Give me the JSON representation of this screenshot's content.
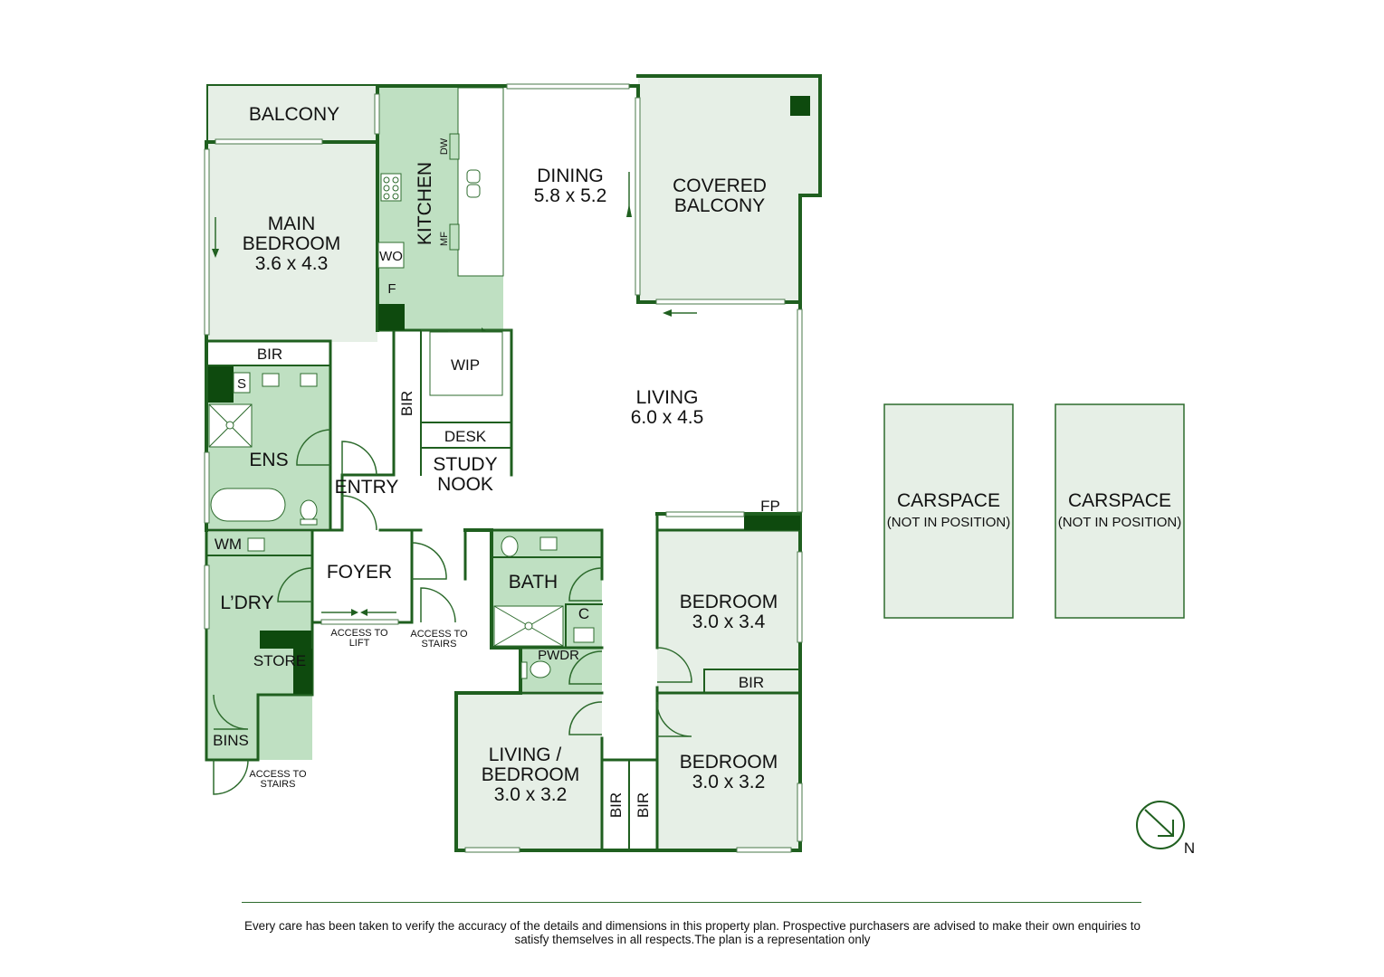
{
  "rooms": {
    "balcony": "BALCONY",
    "main_bedroom_name_1": "MAIN",
    "main_bedroom_name_2": "BEDROOM",
    "main_bedroom_size": "3.6 x 4.3",
    "kitchen": "KITCHEN",
    "dw": "DW",
    "mf": "MF",
    "wo": "WO",
    "f": "F",
    "dining": "DINING",
    "dining_size": "5.8 x 5.2",
    "covered_balcony_1": "COVERED",
    "covered_balcony_2": "BALCONY",
    "bir": "BIR",
    "s": "S",
    "wip": "WIP",
    "living": "LIVING",
    "living_size": "6.0 x 4.5",
    "ens": "ENS",
    "entry": "ENTRY",
    "desk": "DESK",
    "study_1": "STUDY",
    "study_2": "NOOK",
    "fp": "FP",
    "wm": "WM",
    "foyer": "FOYER",
    "bath": "BATH",
    "c": "C",
    "laundry": "L’DRY",
    "store": "STORE",
    "pwdr": "PWDR",
    "bedroom": "BEDROOM",
    "bedroom_a_size": "3.0 x 3.4",
    "bedroom_b_size": "3.0 x 3.2",
    "living_bedroom_1": "LIVING /",
    "living_bedroom_2": "BEDROOM",
    "living_bedroom_size": "3.0 x 3.2",
    "bins": "BINS",
    "access_to_lift_1": "ACCESS TO",
    "access_to_lift_2": "LIFT",
    "access_to_stairs_1": "ACCESS TO",
    "access_to_stairs_2": "STAIRS",
    "carspace": "CARSPACE",
    "not_in_position": "(NOT IN POSITION)"
  },
  "compass": {
    "label": "N",
    "icon": "north-arrow-icon"
  },
  "disclaimer": "Every care has been taken to verify the accuracy of the details and dimensions in this property plan. Prospective purchasers are advised to make their own enquiries to satisfy themselves in all respects.The plan is a representation only",
  "colors": {
    "wall": "#1f5f1f",
    "wet_area": "#bfe0c2",
    "room_fill": "#e6efe6",
    "background": "#ffffff"
  }
}
